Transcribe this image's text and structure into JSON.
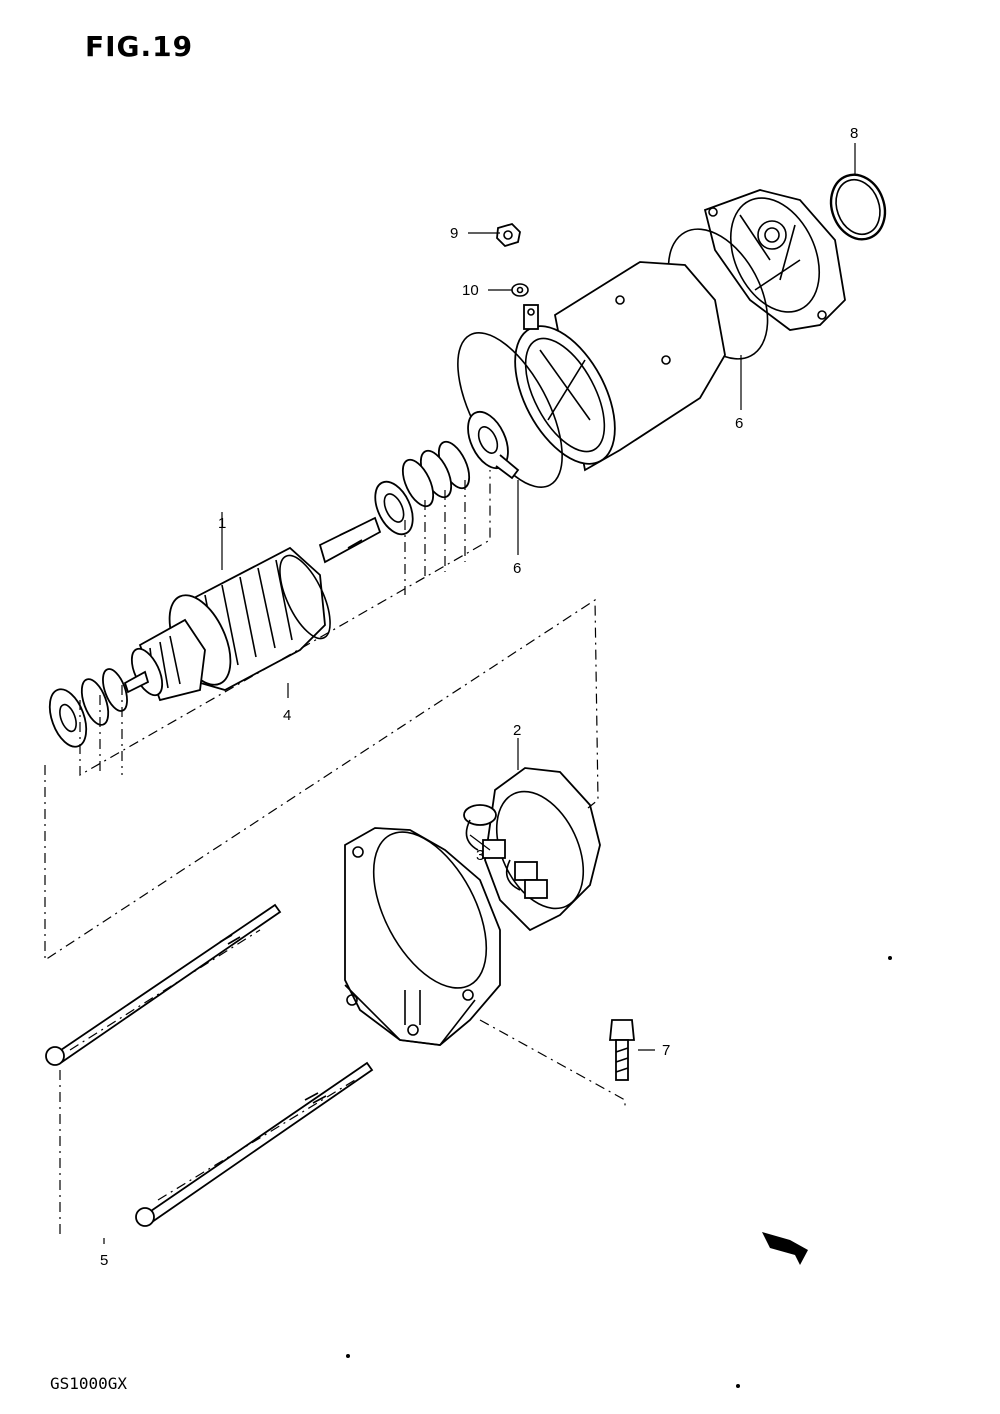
{
  "figure": {
    "title": "FIG.19",
    "model_code": "GS1000GX"
  },
  "callouts": [
    {
      "id": "c1",
      "number": "1"
    },
    {
      "id": "c2",
      "number": "2"
    },
    {
      "id": "c3",
      "number": "3"
    },
    {
      "id": "c4",
      "number": "4"
    },
    {
      "id": "c5",
      "number": "5"
    },
    {
      "id": "c6a",
      "number": "6"
    },
    {
      "id": "c6b",
      "number": "6"
    },
    {
      "id": "c7",
      "number": "7"
    },
    {
      "id": "c8",
      "number": "8"
    },
    {
      "id": "c9",
      "number": "9"
    },
    {
      "id": "c10",
      "number": "10"
    }
  ]
}
